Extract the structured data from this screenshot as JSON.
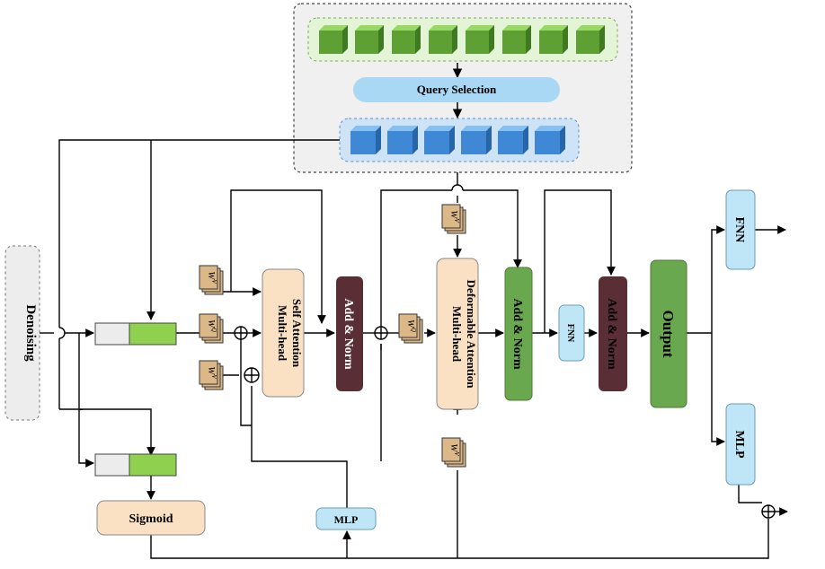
{
  "labels": {
    "denoising": "Denoising",
    "query_selection": "Query Selection",
    "self_attention_line1": "Multi-head",
    "self_attention_line2": "Self Attention",
    "add_norm": "Add & Norm",
    "deformable_line1": "Multi-head",
    "deformable_line2": "Deformable Attention",
    "fnn": "FNN",
    "output": "Output",
    "mlp": "MLP",
    "sigmoid": "Sigmoid"
  },
  "weights": {
    "w": "W",
    "v": "V",
    "q": "Q"
  },
  "colors": {
    "green_feature": "#6aa84f",
    "green_light": "#8fd14f",
    "blue_feature": "#4a90d9",
    "query_pill": "#a9d8f5",
    "peach": "#fbe1c4",
    "brown": "#5a2e35",
    "green_block": "#6aa84f",
    "light_blue": "#bfe6f7",
    "weight_fill": "#dcb888",
    "panel_bg": "#f0f0f0"
  }
}
